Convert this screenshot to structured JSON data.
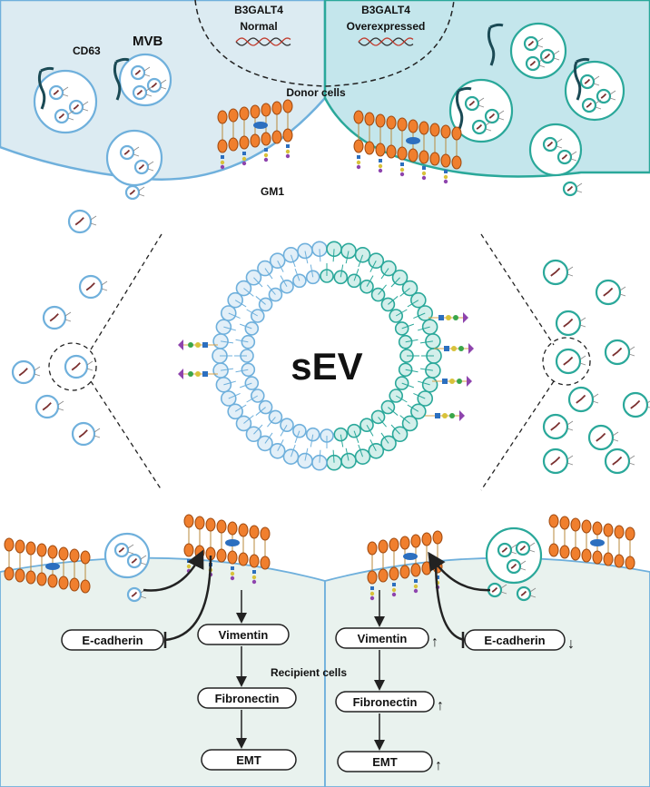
{
  "donor": {
    "normal_gene": "B3GALT4",
    "normal_state": "Normal",
    "over_gene": "B3GALT4",
    "over_state": "Overexpressed",
    "label": "Donor cells",
    "cd63": "CD63",
    "mvb": "MVB",
    "gm1": "GM1"
  },
  "center": {
    "label": "sEV"
  },
  "recipient": {
    "label": "Recipient cells",
    "left_boxes": {
      "ecadherin": "E-cadherin",
      "vimentin": "Vimentin",
      "fibronectin": "Fibronectin",
      "emt": "EMT"
    },
    "right_boxes": {
      "vimentin": "Vimentin",
      "ecadherin": "E-cadherin",
      "fibronectin": "Fibronectin",
      "emt": "EMT"
    },
    "up_arrow": "↑",
    "down_arrow": "↓"
  },
  "colors": {
    "blue_cell": "#dcebf2",
    "blue_line": "#6fb0dc",
    "teal_cell": "#c4e6ec",
    "teal_line": "#2aa89a",
    "lipid_head": "#f07f2e",
    "recipient_bg": "#e9f2ee"
  }
}
